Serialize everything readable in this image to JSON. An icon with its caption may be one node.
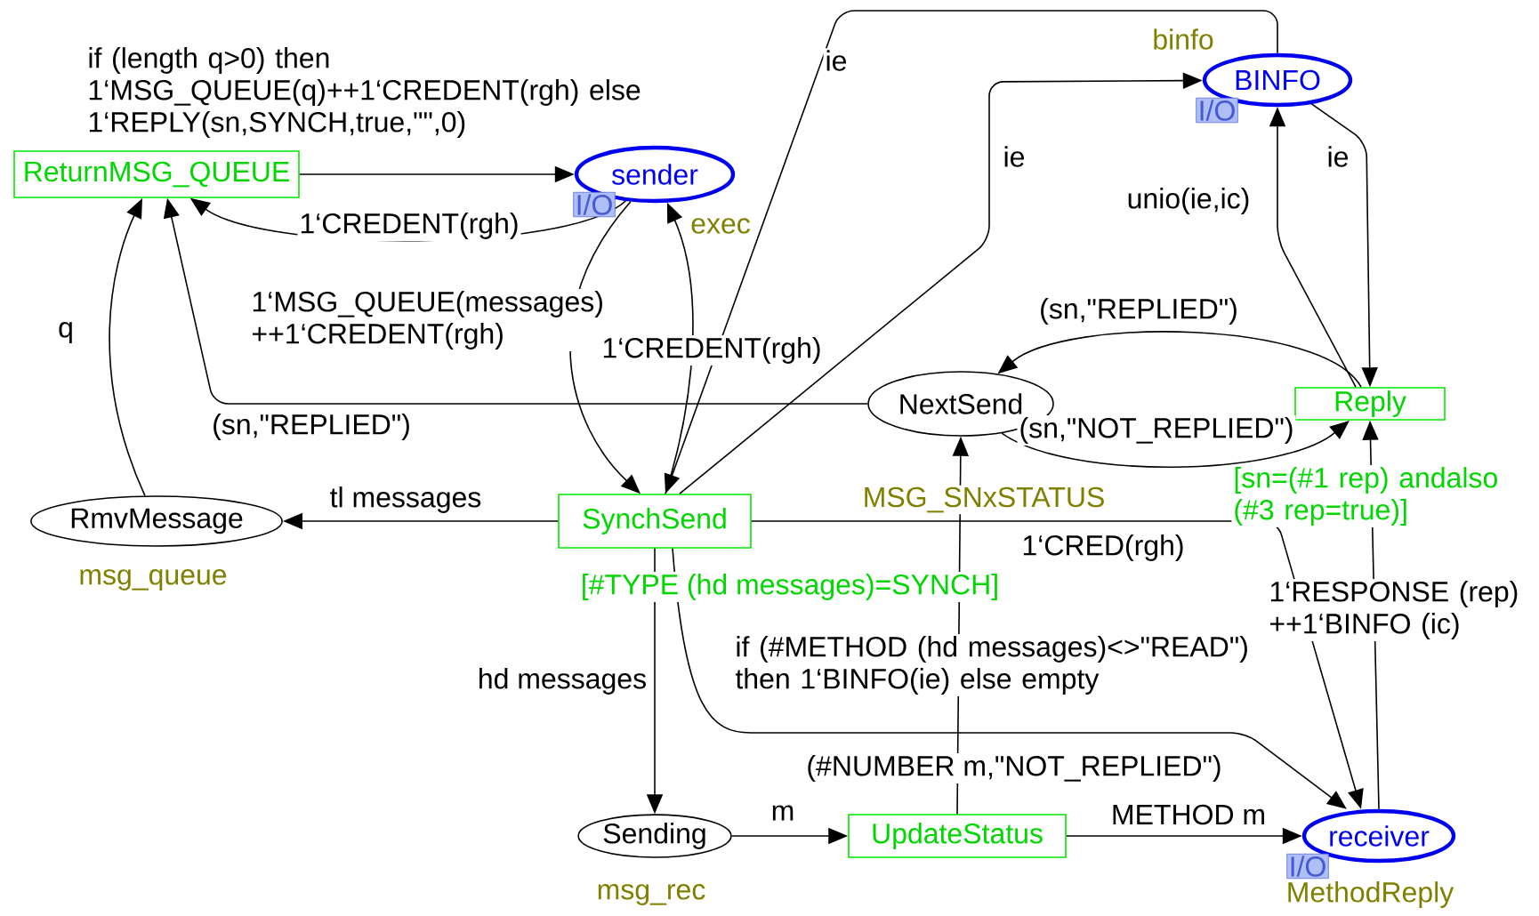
{
  "diagram": {
    "nodes": [
      {
        "text": [
          "ReturnMSG_QUEUE"
        ]
      },
      {
        "text": [
          "sender"
        ],
        "beside": [
          "I/O",
          "exec"
        ]
      },
      {
        "text": [
          "BINFO"
        ],
        "beside": [
          "binfo",
          "I/O"
        ]
      },
      {
        "text": [
          "NextSend"
        ],
        "beside": [
          "MSG_SNxSTATUS"
        ]
      },
      {
        "text": [
          "Reply"
        ],
        "beside": [
          "[sn=(#1 rep) andalso (#3 rep=true)]"
        ]
      },
      {
        "text": [
          "RmvMessage"
        ],
        "beside": [
          "msg_queue"
        ]
      },
      {
        "text": [
          "SynchSend"
        ],
        "beside": [
          "[#TYPE (hd messages)=SYNCH]"
        ]
      },
      {
        "text": [
          "Sending"
        ],
        "beside": [
          "msg_rec"
        ]
      },
      {
        "text": [
          "UpdateStatus"
        ]
      },
      {
        "text": [
          "receiver"
        ],
        "beside": [
          "I/O",
          "MethodReply"
        ]
      }
    ],
    "edges": [
      {
        "from": 0,
        "to": 1,
        "arrow": "to",
        "label": "if (length q>0) then 1‘MSG_QUEUE(q)++1‘CREDENT(rgh) else 1‘REPLY(sn,SYNCH,true,\"\",0)"
      },
      {
        "from": 1,
        "to": 0,
        "arrow": "to",
        "label": "1‘CREDENT(rgh)"
      },
      {
        "from": 5,
        "to": 0,
        "arrow": "to",
        "label": "q"
      },
      {
        "from": 3,
        "to": 0,
        "arrow": "to",
        "label": "(sn,\"REPLIED\")"
      },
      {
        "from": 1,
        "to": 6,
        "arrow": "to",
        "label": "1‘MSG_QUEUE(messages) ++1‘CREDENT(rgh)"
      },
      {
        "from": 6,
        "to": 1,
        "arrow": "to",
        "label": "1‘CREDENT(rgh)"
      },
      {
        "from": 2,
        "to": 6,
        "arrow": "to",
        "label": "ie"
      },
      {
        "from": 6,
        "to": 2,
        "arrow": "to",
        "label": "ie"
      },
      {
        "from": 2,
        "to": 4,
        "arrow": "to",
        "label": "ie"
      },
      {
        "from": 4,
        "to": 2,
        "arrow": "to",
        "label": "unio(ie,ic)"
      },
      {
        "from": 4,
        "to": 3,
        "arrow": "to",
        "label": "(sn,\"REPLIED\")"
      },
      {
        "from": 3,
        "to": 4,
        "arrow": "to",
        "label": "(sn,\"NOT_REPLIED\")"
      },
      {
        "from": 6,
        "to": 5,
        "arrow": "to",
        "label": "tl messages"
      },
      {
        "from": 6,
        "to": 7,
        "arrow": "to",
        "label": "hd messages"
      },
      {
        "from": 7,
        "to": 8,
        "arrow": "to",
        "label": "m"
      },
      {
        "from": 8,
        "to": 3,
        "arrow": "to",
        "label": "(#NUMBER m,\"NOT_REPLIED\")"
      },
      {
        "from": 8,
        "to": 9,
        "arrow": "to",
        "label": "METHOD m"
      },
      {
        "from": 6,
        "to": 9,
        "arrow": "to",
        "label": "1‘CRED(rgh)"
      },
      {
        "from": 6,
        "to": 9,
        "arrow": "to",
        "label": "if (#METHOD (hd messages)<>\"READ\") then 1‘BINFO(ie) else empty"
      },
      {
        "from": 9,
        "to": 4,
        "arrow": "to",
        "label": "1‘RESPONSE (rep) ++1‘BINFO (ic)"
      }
    ]
  }
}
